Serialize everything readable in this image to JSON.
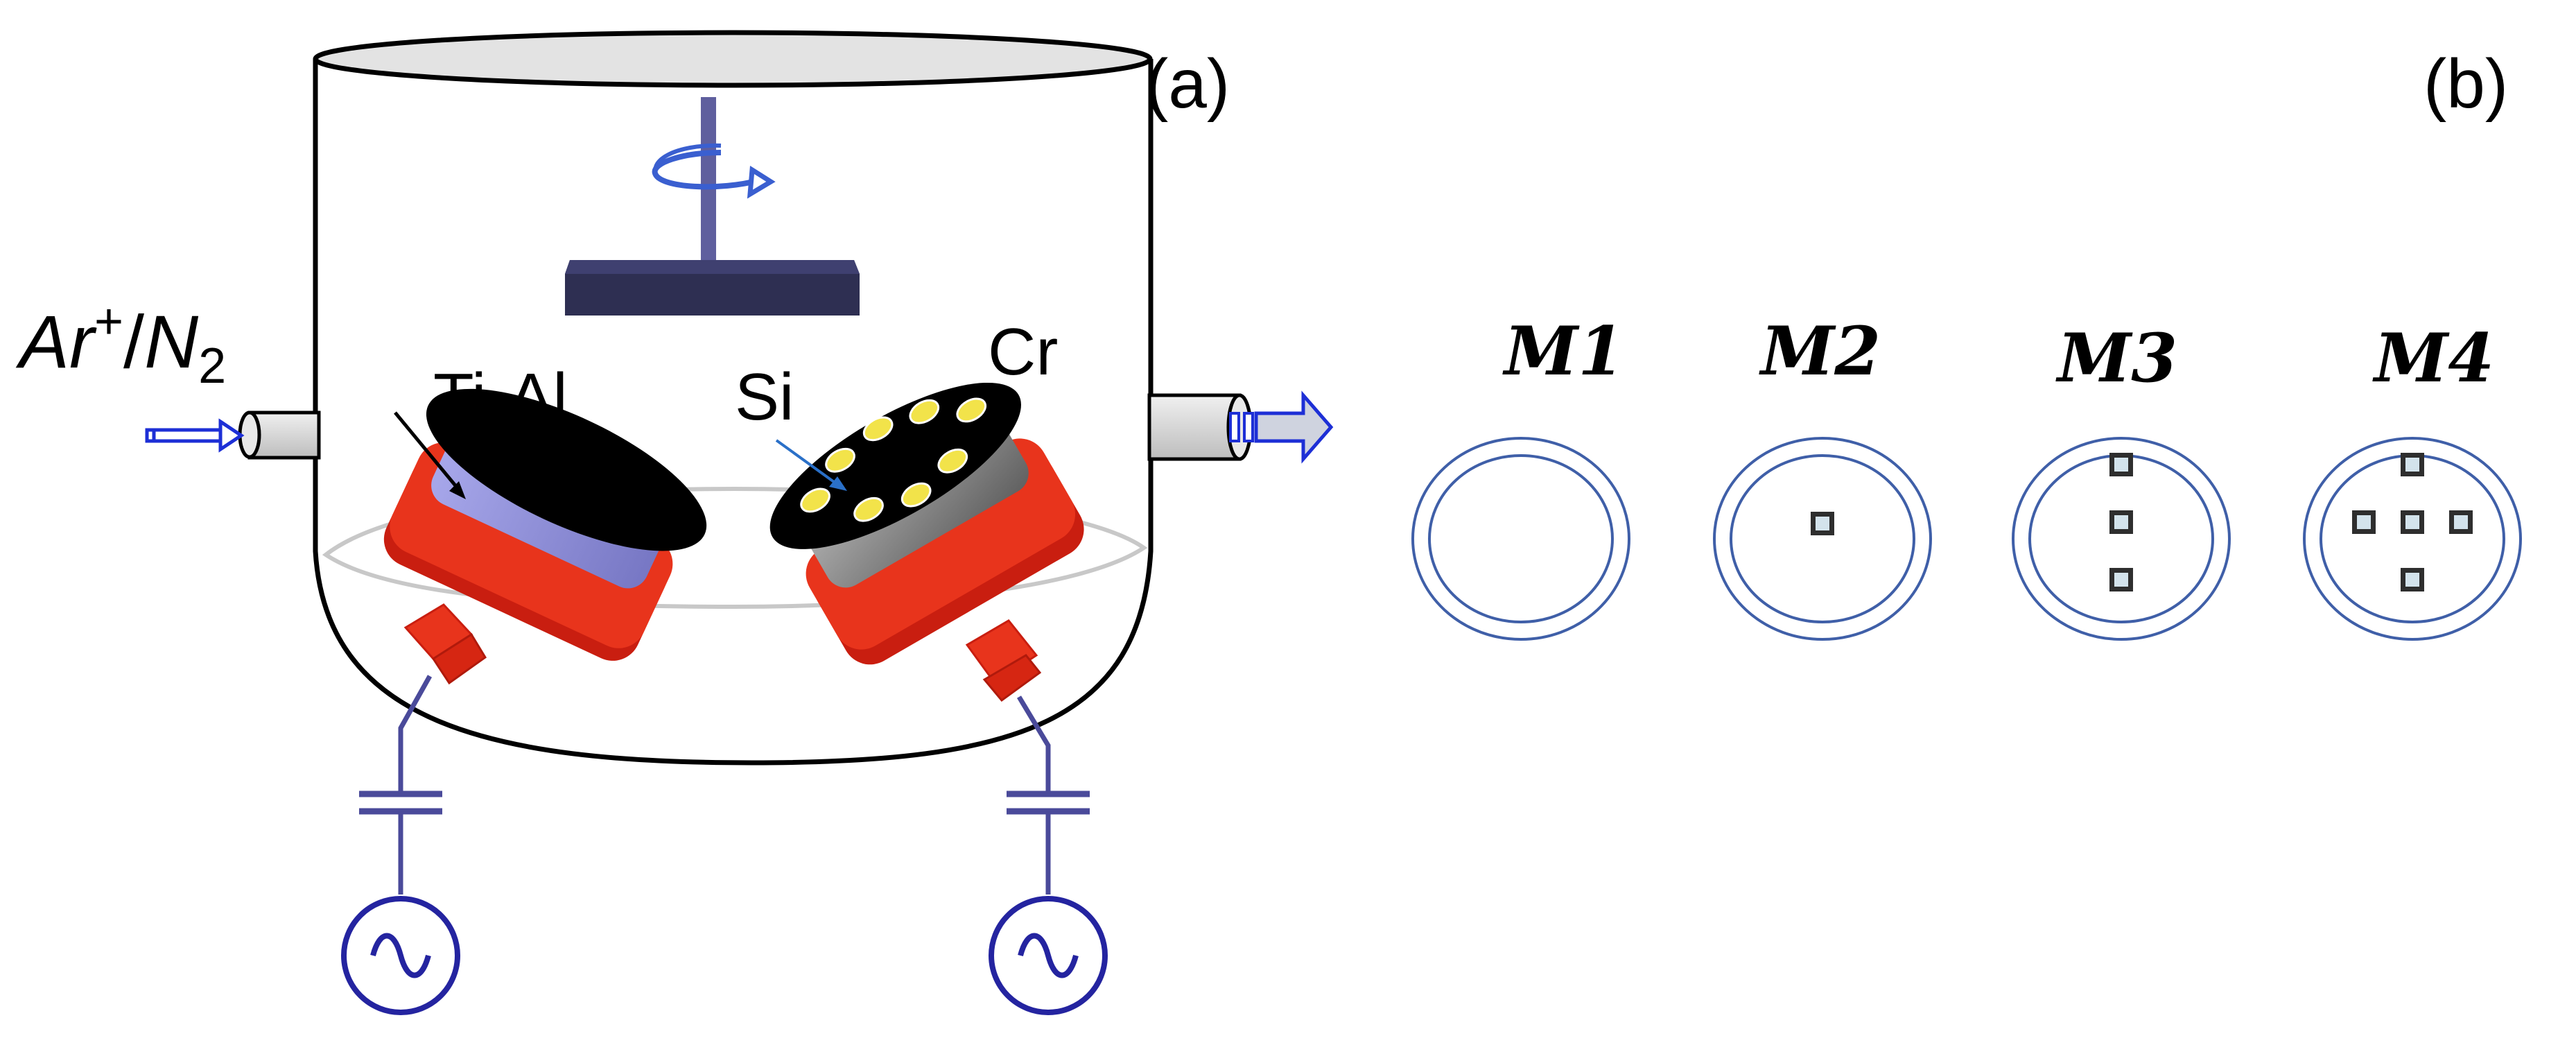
{
  "panels": {
    "a": {
      "label": "(a)"
    },
    "b": {
      "label": "(b)"
    }
  },
  "chamber": {
    "gas_inlet": {
      "ion": "Ar",
      "ion_charge": "+",
      "separator": "/",
      "gas": "N",
      "gas_subscript": "2"
    },
    "targets": {
      "left": "Ti-Al",
      "middle": "Si",
      "right": "Cr"
    },
    "icons": [
      "rotation-arrow-icon",
      "inlet-arrow-icon",
      "outlet-arrow-icon",
      "capacitor-icon",
      "ac-source-icon"
    ]
  },
  "coatings": [
    {
      "label": "M1",
      "squares": 0
    },
    {
      "label": "M2",
      "squares": 1
    },
    {
      "label": "M3",
      "squares": 3
    },
    {
      "label": "M4",
      "squares": 5
    }
  ],
  "colors": {
    "outline": "#000000",
    "line_blue": "#3f5fa8",
    "circuit": "#4a4a9a",
    "holder": "#2e2f52",
    "magnetron_red": "#e8341c",
    "target_blue": "#8f8fd8",
    "target_gray": "#8a8a8a",
    "si_pellet": "#f2e34a",
    "port": "#d6d6d6"
  }
}
